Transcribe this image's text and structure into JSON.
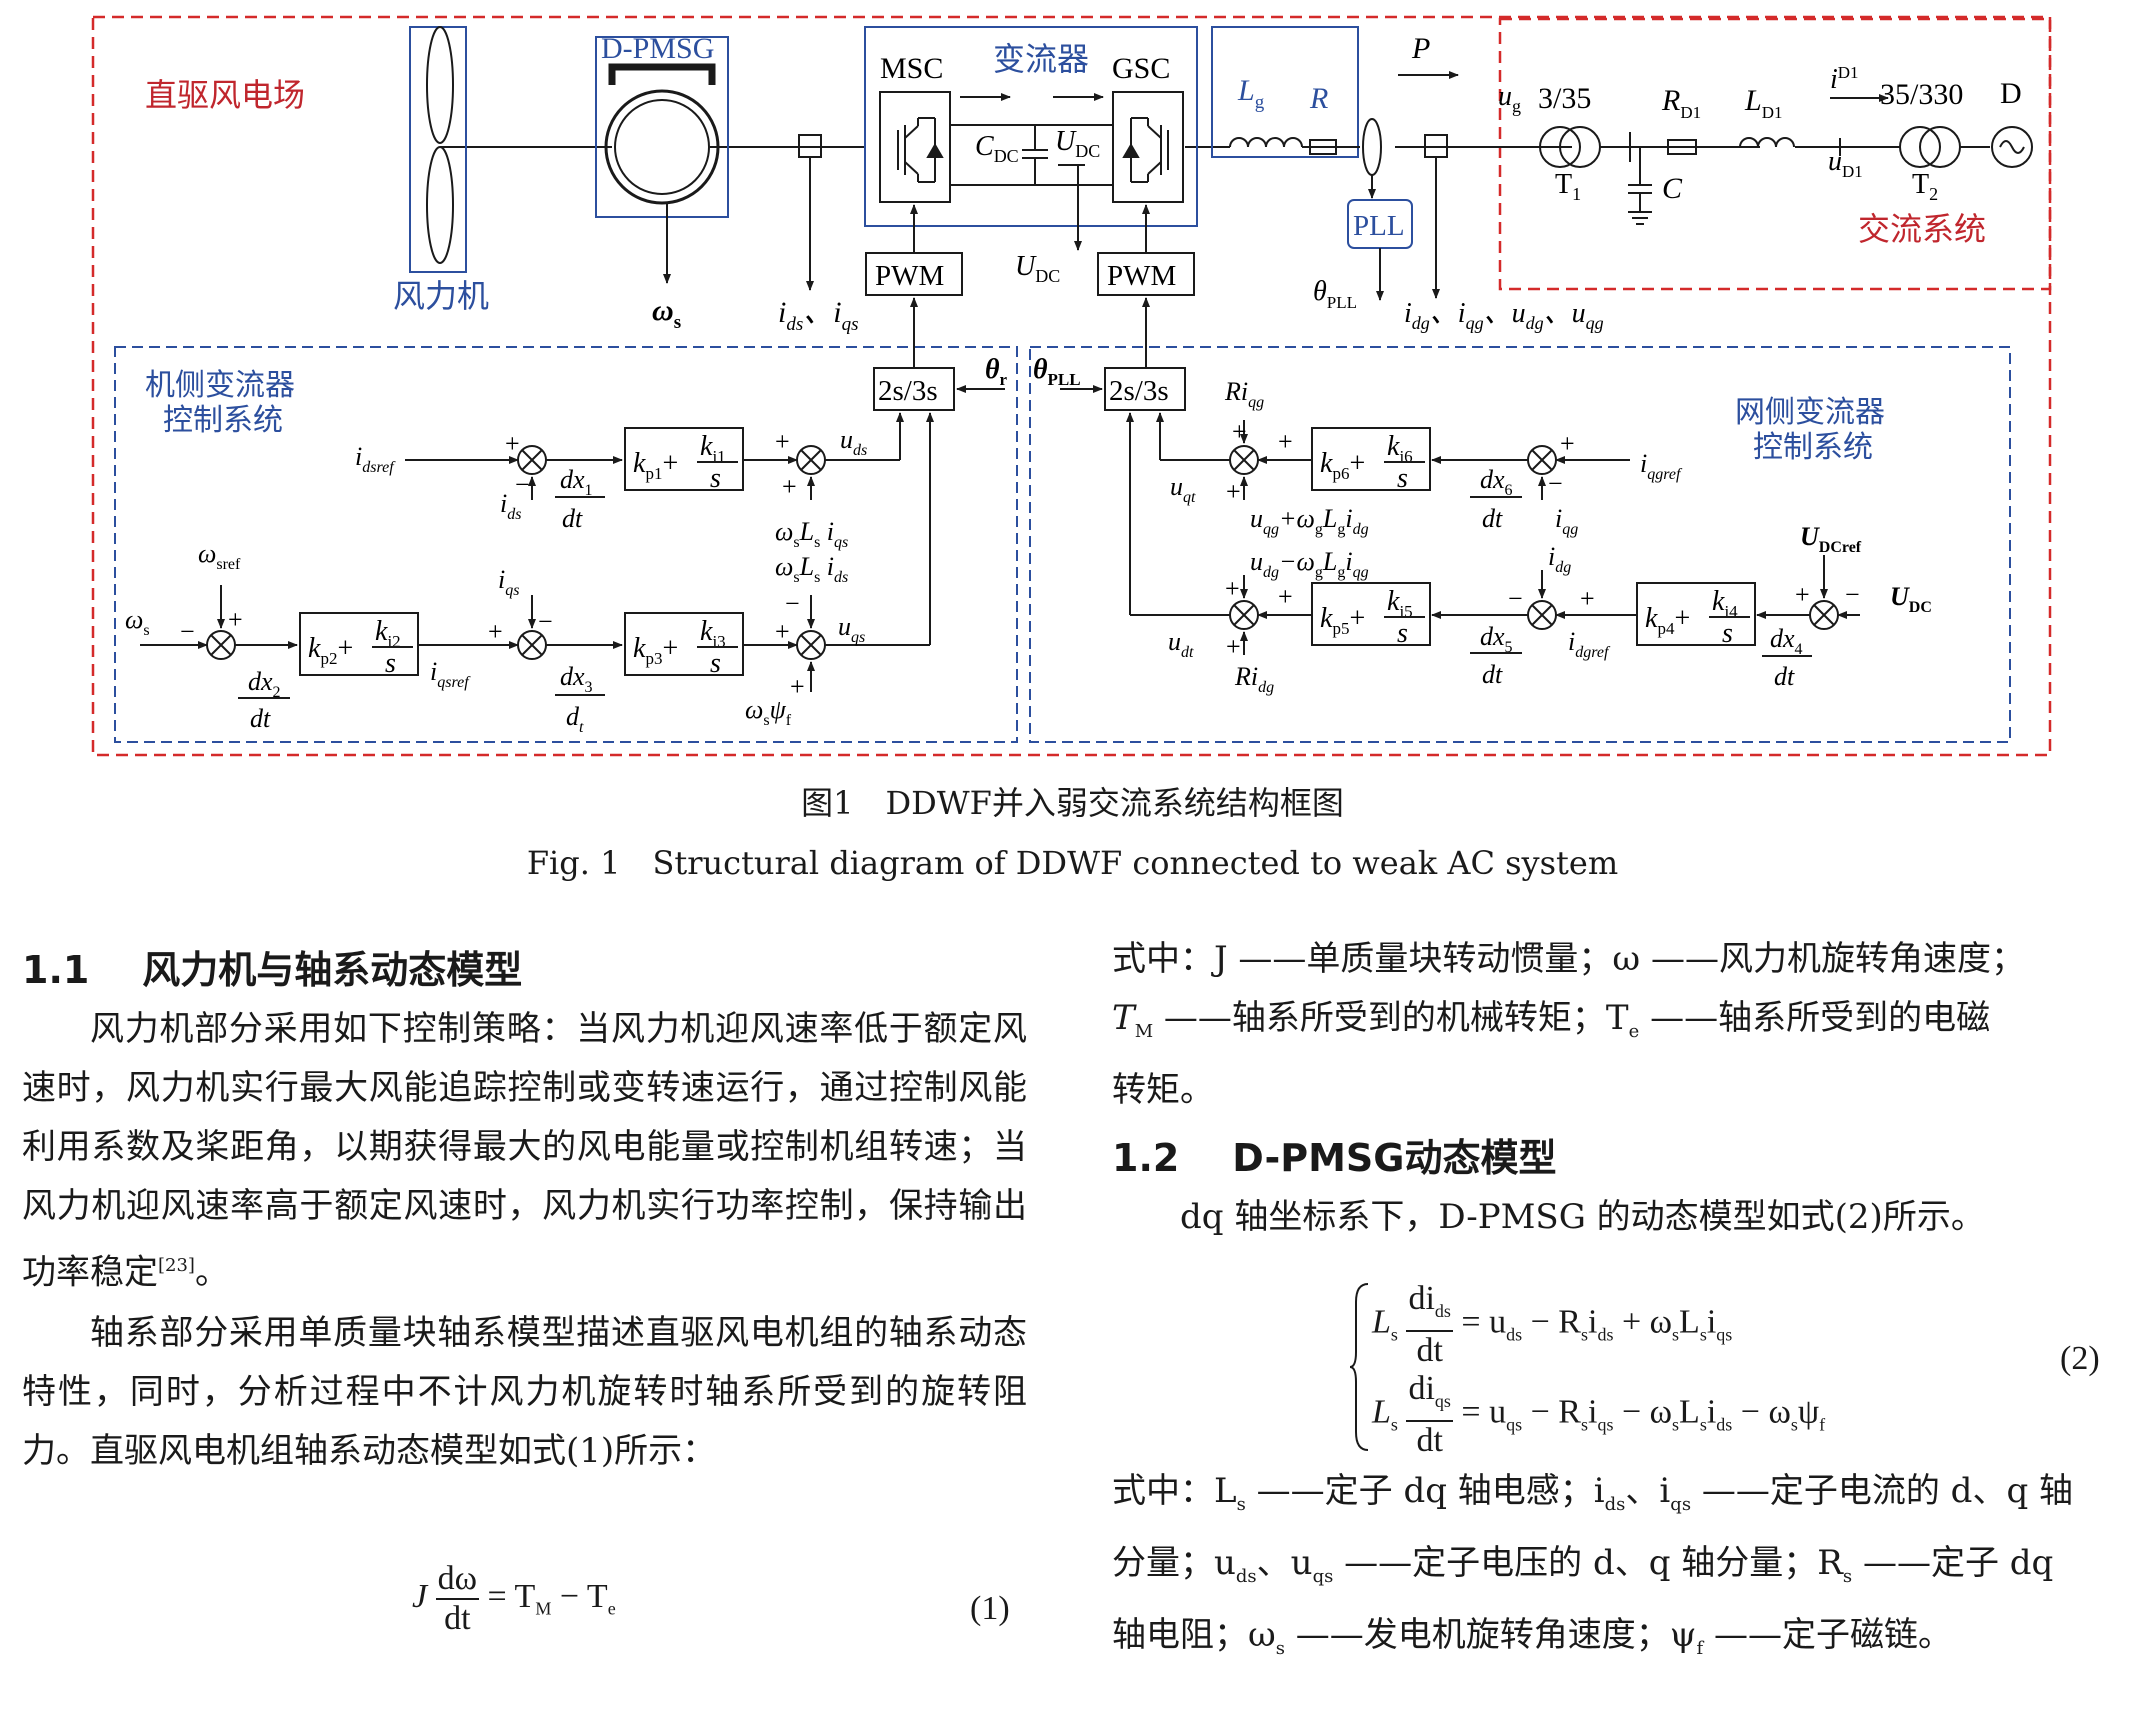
{
  "figure": {
    "labels": {
      "wind_farm": "直驱风电场",
      "ac_system": "交流系统",
      "turbine": "风力机",
      "dpmsg": "D-PMSG",
      "converter": "变流器",
      "msc": "MSC",
      "gsc": "GSC",
      "pwm": "PWM",
      "pll": "PLL",
      "transform": "2s/3s",
      "msc_ctrl_line1": "机侧变流器",
      "msc_ctrl_line2": "控制系统",
      "gsc_ctrl_line1": "网侧变流器",
      "gsc_ctrl_line2": "控制系统",
      "cdc": "C",
      "cdc_sub": "DC",
      "udc": "U",
      "udc_sub": "DC",
      "lg": "L",
      "lg_sub": "g",
      "r": "R",
      "p": "P",
      "ug": "u",
      "ug_sub": "g",
      "t1_ratio": "3/35",
      "t1": "T",
      "t1_sub": "1",
      "rd1": "R",
      "rd1_sub": "D1",
      "ld1": "L",
      "ld1_sub": "D1",
      "c": "C",
      "id1": "i",
      "id1_sub": "D1",
      "ud1": "u",
      "ud1_sub": "D1",
      "t2_ratio": "35/330",
      "t2": "T",
      "t2_sub": "2",
      "d": "D",
      "omega_s_out": "ω",
      "omega_s_out_sub": "s",
      "ids_iqs_out": "i",
      "theta_pll_out": "θ",
      "theta_pll_sub": "PLL",
      "grid_meas": "i",
      "udc_out": "U",
      "udc_out_sub": "DC",
      "theta_r": "θ",
      "theta_r_sub": "r",
      "theta_pll_in": "θ",
      "theta_pll_in_sub": "PLL",
      "idsref": "i",
      "idsref_sub": "dsref",
      "ids_fb": "i",
      "ids_fb_sub": "ds",
      "dx1_num": "dx",
      "dx1_sub": "1",
      "dt": "dt",
      "d_t": "d",
      "d_t_sub": "t",
      "kp1": "k",
      "kp1_sub": "p1",
      "ki1": "k",
      "ki1_sub": "i1",
      "s": "s",
      "uds": "u",
      "uds_sub": "ds",
      "ff1": "ω",
      "ff2": "ω",
      "omega_sref": "ω",
      "omega_sref_sub": "sref",
      "omega_s_in": "ω",
      "omega_s_in_sub": "s",
      "dx2_num": "dx",
      "dx2_sub": "2",
      "kp2_sub": "p2",
      "ki2_sub": "i2",
      "iqsref": "i",
      "iqsref_sub": "qsref",
      "iqs_fb": "i",
      "iqs_fb_sub": "qs",
      "dx3_num": "dx",
      "dx3_sub": "3",
      "kp3_sub": "p3",
      "ki3_sub": "i3",
      "uqs": "u",
      "uqs_sub": "qs",
      "psi": "ω",
      "riqg": "Ri",
      "riqg_sub": "qg",
      "kp6_sub": "p6",
      "ki6_sub": "i6",
      "iqgref": "i",
      "iqgref_sub": "qgref",
      "dx6_num": "dx",
      "dx6_sub": "6",
      "iqg_fb": "i",
      "iqg_fb_sub": "qg",
      "uqt": "u",
      "uqt_sub": "qt",
      "uqg_ff": "u",
      "udg_ff": "u",
      "udcref": "U",
      "udcref_sub": "DCref",
      "udc_in": "U",
      "udc_in_sub": "DC",
      "idg_fb": "i",
      "idg_fb_sub": "dg",
      "kp5_sub": "p5",
      "ki5_sub": "i5",
      "kp4_sub": "p4",
      "ki4_sub": "i4",
      "dx5_num": "dx",
      "dx5_sub": "5",
      "dx4_num": "dx",
      "dx4_sub": "4",
      "idgref": "i",
      "idgref_sub": "dgref",
      "udt": "u",
      "udt_sub": "dt",
      "ridg": "Ri",
      "ridg_sub": "dg",
      "plus": "+",
      "minus": "−"
    },
    "colors": {
      "wind_farm_border": "#d42a2a",
      "ac_border": "#d42a2a",
      "ctrl_border": "#2c4f9e",
      "equipment_border": "#2c4f9e",
      "line": "#1a1a1a"
    },
    "caption_cn": "图1　DDWF并入弱交流系统结构框图",
    "caption_en": "Fig. 1　Structural diagram of DDWF connected to weak AC system"
  },
  "left_column": {
    "heading_num": "1.1",
    "heading_text": "风力机与轴系动态模型",
    "para1": "风力机部分采用如下控制策略：当风力机迎风速率低于额定风速时，风力机实行最大风能追踪控制或变转速运行，通过控制风能利用系数及桨距角，以期获得最大的风电能量或控制机组转速；当风力机迎风速率高于额定风速时，风力机实行功率控制，保持输出功率稳定",
    "para1_ref": "[23]",
    "para1_end": "。",
    "para2": "轴系部分采用单质量块轴系模型描述直驱风电机组的轴系动态特性，同时，分析过程中不计风力机旋转时轴系所受到的旋转阻力。直驱风电机组轴系动态模型如式(1)所示：",
    "eq1_lhs": "J",
    "eq1_num": "dω",
    "eq1_den": "dt",
    "eq1_rhs": "= T",
    "eq1_sub_m": "M",
    "eq1_minus": " − T",
    "eq1_sub_e": "e",
    "eq1_label": "(1)"
  },
  "right_column": {
    "where1_a": "式中：J ——单质量块转动惯量；ω ——风力机旋转角速度；",
    "where1_b": "T",
    "where1_b_sub": "M",
    "where1_c": " ——轴系所受到的机械转矩；T",
    "where1_c_sub": "e",
    "where1_d": " ——轴系所受到的电磁",
    "where1_e": "转矩。",
    "heading_num": "1.2",
    "heading_text": "D-PMSG动态模型",
    "para1": "dq 轴坐标系下，D-PMSG 的动态模型如式(2)所示。",
    "eq2_label": "(2)",
    "eq2_line1_lhs": "L",
    "eq2_line1_num": "di",
    "eq2_line1_rhs": "= u",
    "eq2_line1_tail": " − R",
    "eq2_line1_tail2": "i",
    "eq2_line1_tail3": " + ω",
    "eq2_line1_tail4": "L",
    "eq2_line1_tail5": "i",
    "eq2_line2_rhs": "= u",
    "eq2_line2_tail": " − R",
    "eq2_line2_tail3": " − ω",
    "eq2_line2_tail6": " − ω",
    "eq2_line2_tail7": "ψ",
    "s_sub": "s",
    "ds_sub": "ds",
    "qs_sub": "qs",
    "f_sub": "f",
    "dt": "dt",
    "where2_line1": "式中：L",
    "where2_line1_b": " ——定子 dq 轴电感；i",
    "where2_line1_c": "、i",
    "where2_line1_d": " ——定子电流的 d、q 轴",
    "where2_line2": "分量；u",
    "where2_line2_b": "、u",
    "where2_line2_c": " ——定子电压的 d、q 轴分量；R",
    "where2_line2_d": " ——定子 dq",
    "where2_line3": "轴电阻；ω",
    "where2_line3_b": " ——发电机旋转角速度；ψ",
    "where2_line3_c": " ——定子磁链。"
  }
}
